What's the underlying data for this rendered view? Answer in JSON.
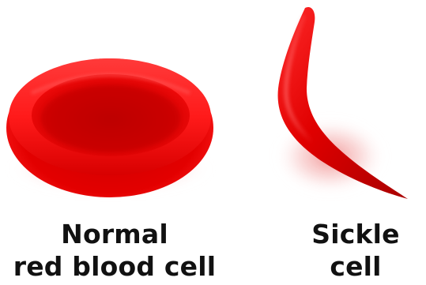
{
  "labels": {
    "normal_line1": "Normal",
    "normal_line2": "red blood cell",
    "sickle_line1": "Sickle",
    "sickle_line2": "cell"
  },
  "colors": {
    "text": "#111111",
    "cell_light": "#ff2a2a",
    "cell_mid": "#e00000",
    "cell_dark": "#9e0000",
    "background": "#ffffff"
  },
  "icons": [
    "normal-red-blood-cell",
    "sickle-cell"
  ]
}
